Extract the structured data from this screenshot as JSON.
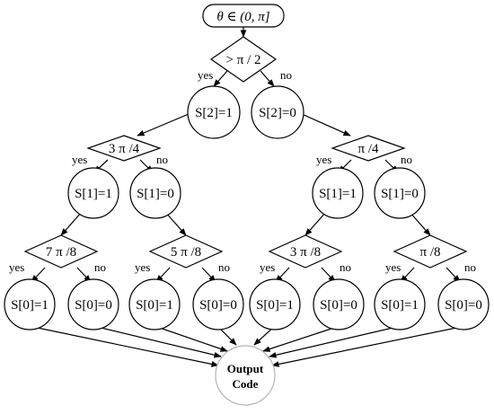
{
  "start": "θ ∈ (0, π]",
  "decisions": {
    "root": "> π / 2",
    "d2_left": "3  π /4",
    "d2_right": "π /4",
    "d3_1": "7  π /8",
    "d3_2": "5  π /8",
    "d3_3": "3  π /8",
    "d3_4": "π /8"
  },
  "branch_labels": {
    "yes": "yes",
    "no": "no"
  },
  "states": {
    "s2_1": "S[2]=1",
    "s2_0": "S[2]=0",
    "s1_1a": "S[1]=1",
    "s1_0a": "S[1]=0",
    "s1_1b": "S[1]=1",
    "s1_0b": "S[1]=0",
    "s0_1": "S[0]=1",
    "s0_2": "S[0]=0",
    "s0_3": "S[0]=1",
    "s0_4": "S[0]=0",
    "s0_5": "S[0]=1",
    "s0_6": "S[0]=0",
    "s0_7": "S[0]=1",
    "s0_8": "S[0]=0"
  },
  "output": {
    "line1": "Output",
    "line2": "Code"
  }
}
